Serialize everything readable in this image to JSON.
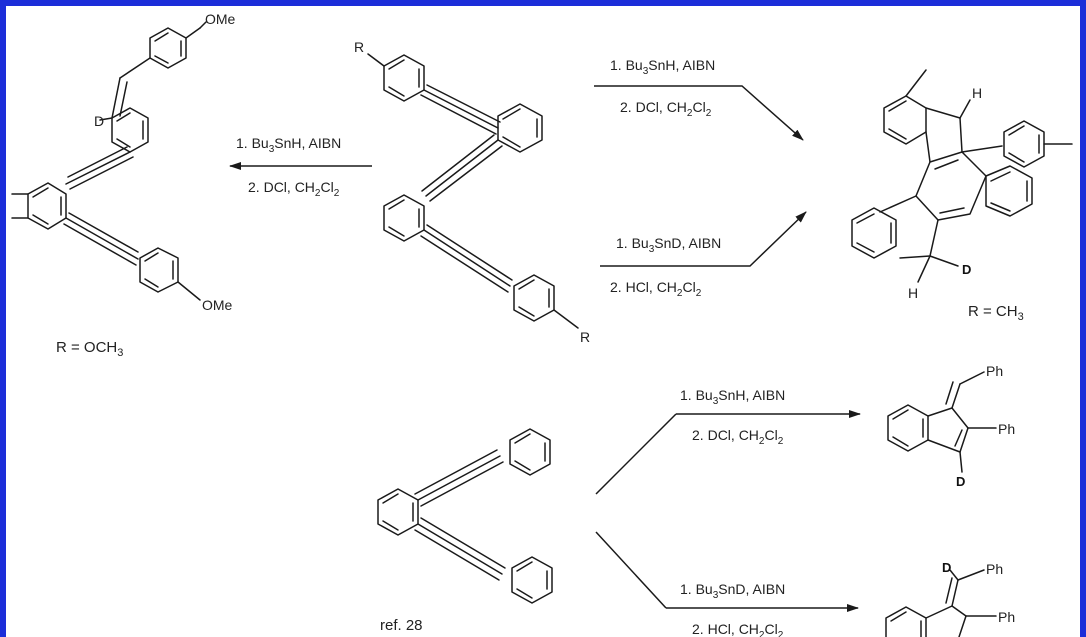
{
  "colors": {
    "frame": "#1c2ed9",
    "bond": "#1a1a1a"
  },
  "substituents": {
    "ome": "OMe",
    "r": "R",
    "d": "D",
    "h": "H",
    "ph": "Ph"
  },
  "labels": {
    "r_och3_prefix": "R = OCH",
    "r_och3_sub": "3",
    "r_ch3_prefix": "R = CH",
    "r_ch3_sub": "3",
    "ref": "ref. 28"
  },
  "conditions": {
    "left_1": {
      "num": "1.",
      "reagent": "Bu",
      "sub": "3",
      "rest": "SnH, AIBN"
    },
    "left_2": {
      "num": "2.",
      "reagent": "DCl, CH",
      "sub": "2",
      "mid": "Cl",
      "sub2": "2"
    },
    "top_1": {
      "num": "1.",
      "reagent": "Bu",
      "sub": "3",
      "rest": "SnH, AIBN"
    },
    "top_2": {
      "num": "2.",
      "reagent": "DCl, CH",
      "sub": "2",
      "mid": "Cl",
      "sub2": "2"
    },
    "mid_1": {
      "num": "1.",
      "reagent": "Bu",
      "sub": "3",
      "rest": "SnD, AIBN"
    },
    "mid_2": {
      "num": "2.",
      "reagent": "HCl, CH",
      "sub": "2",
      "mid": "Cl",
      "sub2": "2"
    },
    "low_1": {
      "num": "1.",
      "reagent": "Bu",
      "sub": "3",
      "rest": "SnH, AIBN"
    },
    "low_2": {
      "num": "2.",
      "reagent": "DCl, CH",
      "sub": "2",
      "mid": "Cl",
      "sub2": "2"
    },
    "bot_1": {
      "num": "1.",
      "reagent": "Bu",
      "sub": "3",
      "rest": "SnD, AIBN"
    },
    "bot_2": {
      "num": "2.",
      "reagent": "HCl, CH",
      "sub": "2",
      "mid": "Cl",
      "sub2": "2"
    }
  }
}
